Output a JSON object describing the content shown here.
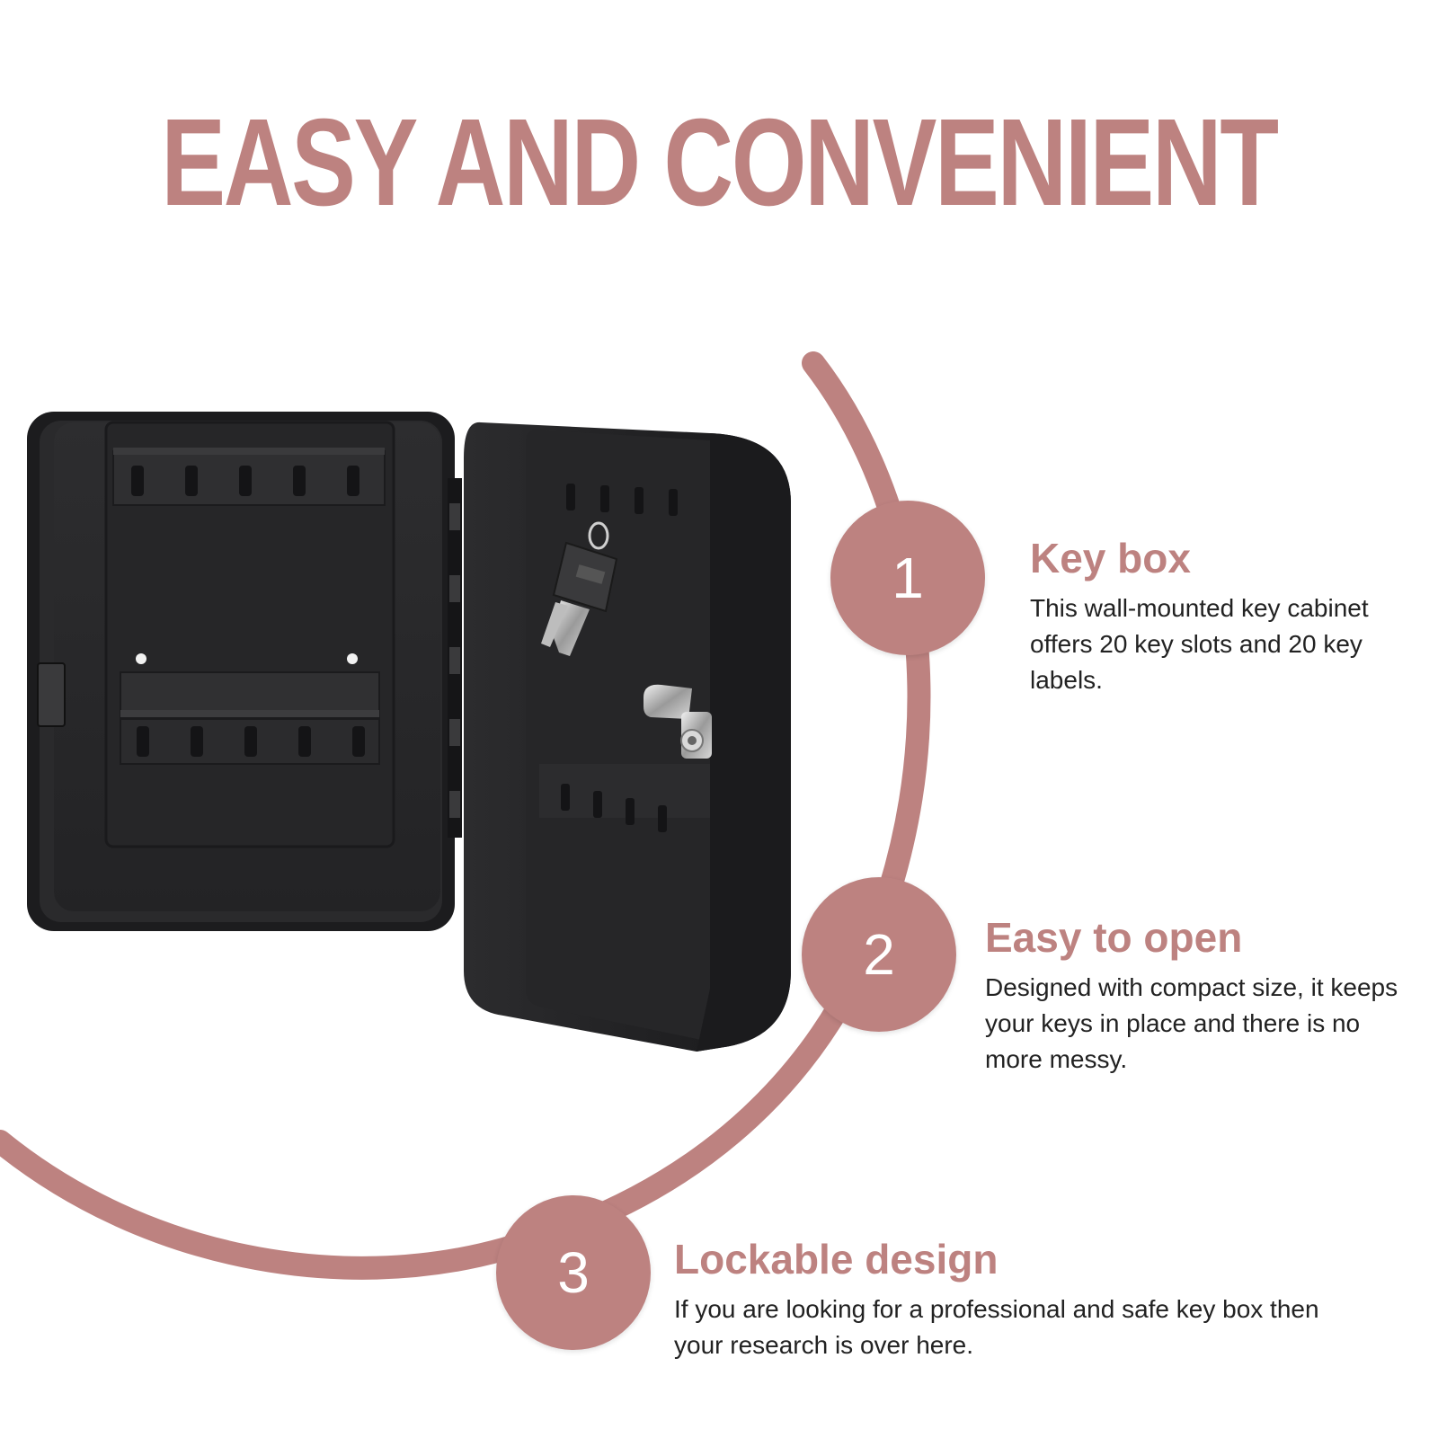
{
  "headline": "EASY AND CONVENIENT",
  "colors": {
    "accent": "#bd8280",
    "box_dark": "#1f1f21",
    "box_mid": "#2b2b2d",
    "text_dark": "#222222",
    "background": "#ffffff"
  },
  "features": [
    {
      "number": "1",
      "title": "Key box",
      "description": "This wall-mounted key cabinet offers 20 key slots and 20 key labels."
    },
    {
      "number": "2",
      "title": "Easy to open",
      "description": "Designed with compact size, it keeps your keys in place and there is no more messy."
    },
    {
      "number": "3",
      "title": "Lockable design",
      "description": "If you are looking for a professional and safe key box then your research is over here."
    }
  ],
  "icons": [
    "key-box-illustration",
    "key-icon",
    "lock-cylinder-icon"
  ]
}
